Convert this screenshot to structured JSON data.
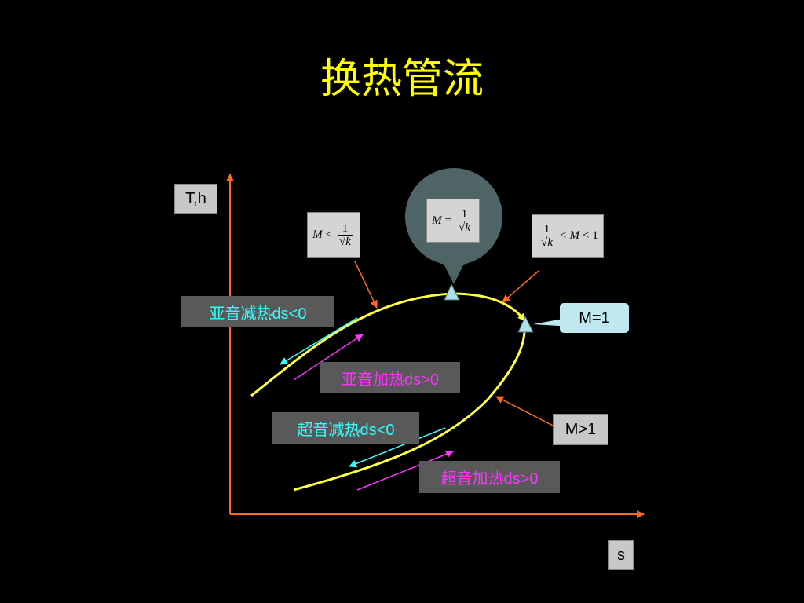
{
  "title": "换热管流",
  "axes": {
    "y_label": "T,h",
    "x_label": "s"
  },
  "formulas": {
    "left": {
      "lhs": "M",
      "op": "<",
      "num": "1",
      "den": "k"
    },
    "bubble": {
      "lhs": "M",
      "op": "=",
      "num": "1",
      "den": "k"
    },
    "right": {
      "num": "1",
      "den": "k",
      "op1": "<",
      "mid": "M",
      "op2": "<",
      "rhs": "1"
    }
  },
  "labels": {
    "subsonic_cooling": "亚音减热ds<0",
    "subsonic_heating": "亚音加热ds>0",
    "supersonic_cooling": "超音减热ds<0",
    "supersonic_heating": "超音加热ds>0",
    "m_equal_1": "M=1",
    "m_greater_1": "M>1"
  },
  "colors": {
    "title": "#ffff00",
    "curve": "#ffff44",
    "axis": "#ff6a20",
    "cyan": "#33ffff",
    "magenta": "#ff33ff"
  }
}
